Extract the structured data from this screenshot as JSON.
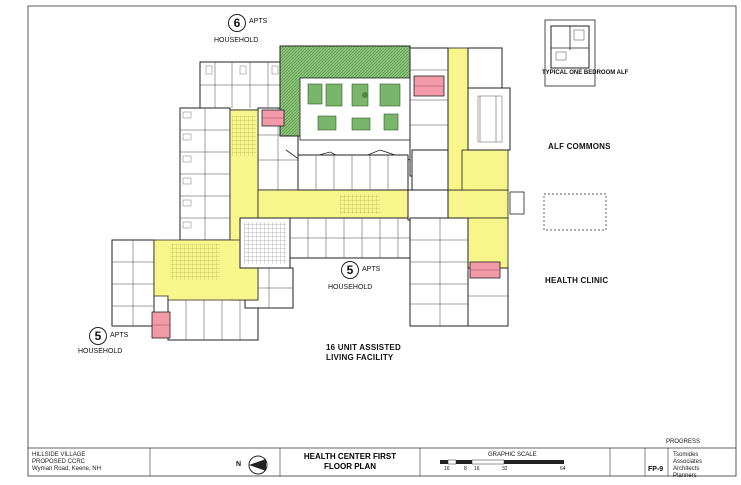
{
  "households": [
    {
      "count": "6",
      "apts": "APTS",
      "label": "HOUSEHOLD"
    },
    {
      "count": "5",
      "apts": "APTS",
      "label": "HOUSEHOLD"
    },
    {
      "count": "5",
      "apts": "APTS",
      "label": "HOUSEHOLD"
    }
  ],
  "areas": {
    "alf_commons": "ALF COMMONS",
    "health_clinic": "HEALTH CLINIC",
    "unit_line1": "16 UNIT ASSISTED",
    "unit_line2": "LIVING FACILITY"
  },
  "inset": {
    "title": "TYPICAL ONE BEDROOM ALF"
  },
  "title_block": {
    "project_line1": "HILLSIDE VILLAGE",
    "project_line2": "PROPOSED CCRC",
    "project_line3": "Wyman Road, Keene, NH",
    "drawing_title_line1": "HEALTH CENTER FIRST",
    "drawing_title_line2": "FLOOR PLAN",
    "graphic_scale": "GRAPHIC SCALE",
    "scale_ticks": [
      "16",
      "8",
      "16",
      "32",
      "64"
    ],
    "status": "PROGRESS",
    "sheet_no": "FP-9",
    "firm_line1": "Tsomides",
    "firm_line2": "Associates",
    "firm_line3": "Architects",
    "firm_line4": "Planners",
    "north_label": "N"
  },
  "colors": {
    "corridor": "#f8f58a",
    "stair": "#f39aa8",
    "garden": "#79b56a",
    "wall": "#222222"
  }
}
